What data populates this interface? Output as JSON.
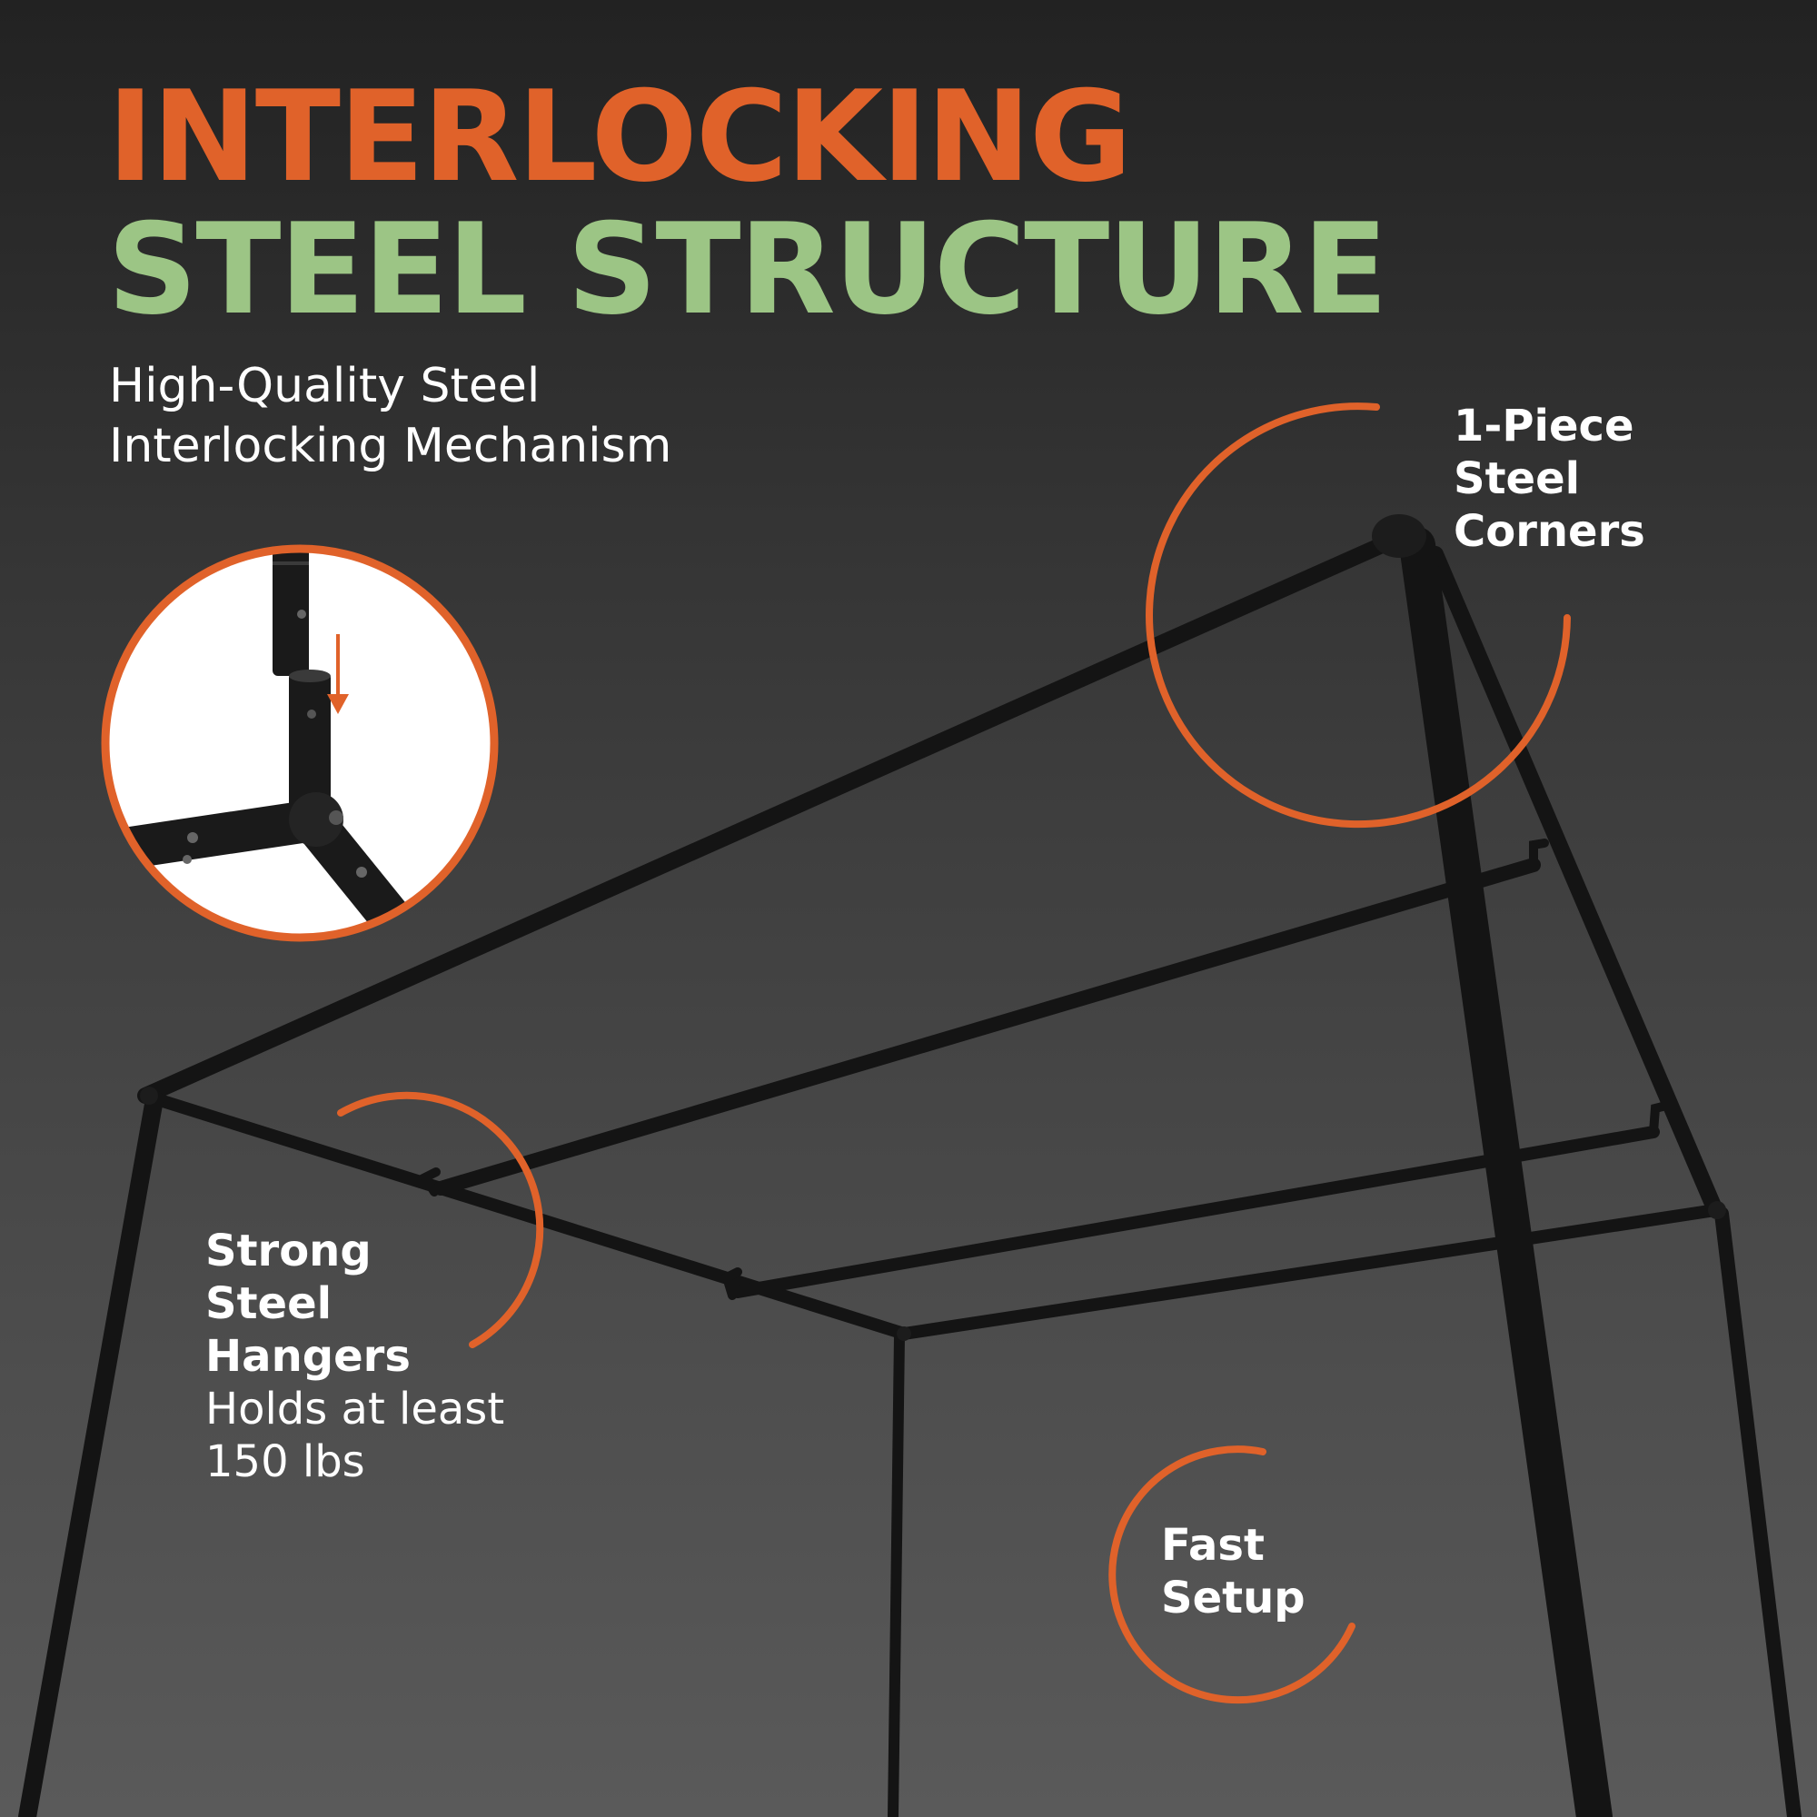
{
  "colors": {
    "accent_orange": "#e0622a",
    "accent_green": "#9cc585",
    "frame_black": "#141414",
    "inset_bg": "#ffffff"
  },
  "headline": {
    "line1": "INTERLOCKING",
    "line2": "STEEL STRUCTURE"
  },
  "subtitle": {
    "line1": "High-Quality Steel",
    "line2": "Interlocking Mechanism"
  },
  "callouts": {
    "corners": {
      "lines": [
        "1-Piece",
        "Steel",
        "Corners"
      ]
    },
    "hangers": {
      "lines": [
        "Strong",
        "Steel",
        "Hangers"
      ],
      "detail": [
        "Holds at least",
        "150 lbs"
      ]
    },
    "setup": {
      "lines": [
        "Fast",
        "Setup"
      ]
    }
  },
  "icons": {
    "inset": "pole-joint-photo",
    "arrow": "down-arrow-icon"
  }
}
